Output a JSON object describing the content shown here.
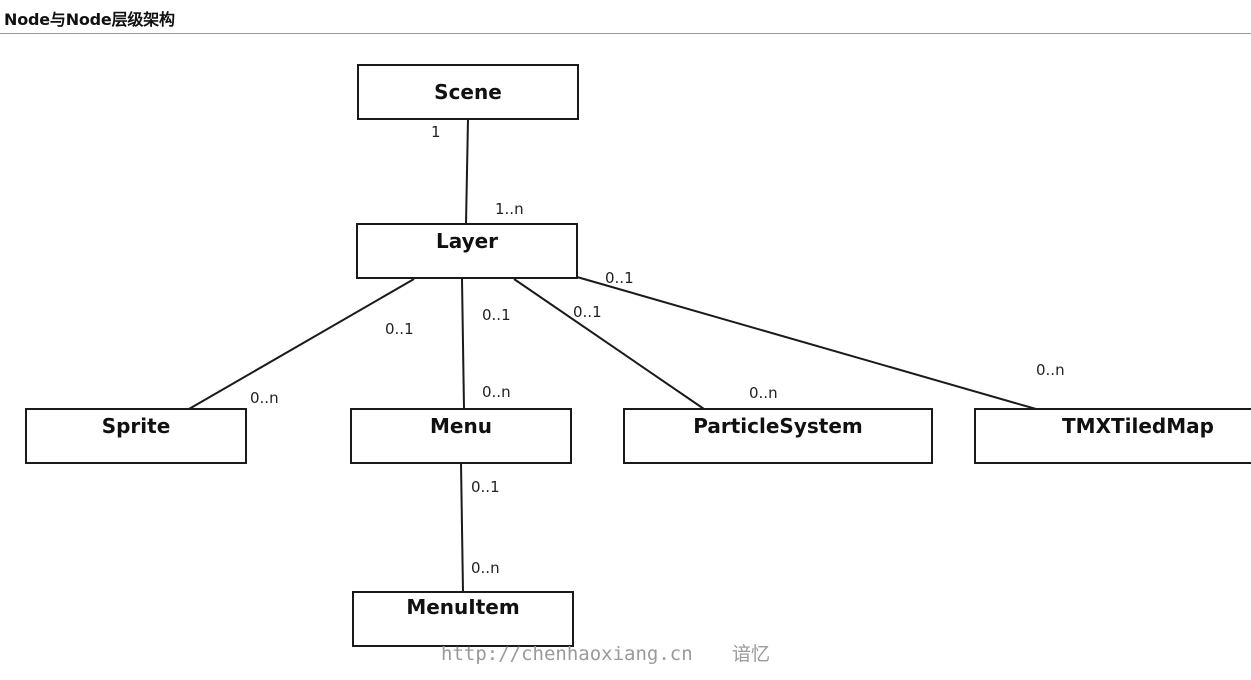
{
  "page": {
    "title": "Node与Node层级架构"
  },
  "nodes": [
    {
      "id": "scene",
      "label": "Scene"
    },
    {
      "id": "layer",
      "label": "Layer"
    },
    {
      "id": "sprite",
      "label": "Sprite"
    },
    {
      "id": "menu",
      "label": "Menu"
    },
    {
      "id": "particle",
      "label": "ParticleSystem"
    },
    {
      "id": "tmx",
      "label": "TMXTiledMap"
    },
    {
      "id": "menuitem",
      "label": "MenuItem"
    }
  ],
  "edges": [
    {
      "id": "scene-layer",
      "from": "Scene",
      "to": "Layer",
      "from_mult": "1",
      "to_mult": "1..n"
    },
    {
      "id": "layer-sprite",
      "from": "Layer",
      "to": "Sprite",
      "from_mult": "0..1",
      "to_mult": "0..n"
    },
    {
      "id": "layer-menu",
      "from": "Layer",
      "to": "Menu",
      "from_mult": "0..1",
      "to_mult": "0..n"
    },
    {
      "id": "layer-particle",
      "from": "Layer",
      "to": "ParticleSystem",
      "from_mult": "0..1",
      "to_mult": "0..n"
    },
    {
      "id": "layer-tmx",
      "from": "Layer",
      "to": "TMXTiledMap",
      "from_mult": "0..1",
      "to_mult": "0..n"
    },
    {
      "id": "menu-menuitem",
      "from": "Menu",
      "to": "MenuItem",
      "from_mult": "0..1",
      "to_mult": "0..n"
    }
  ],
  "watermark": {
    "url": "http://chenhaoxiang.cn",
    "name": "谙忆"
  }
}
